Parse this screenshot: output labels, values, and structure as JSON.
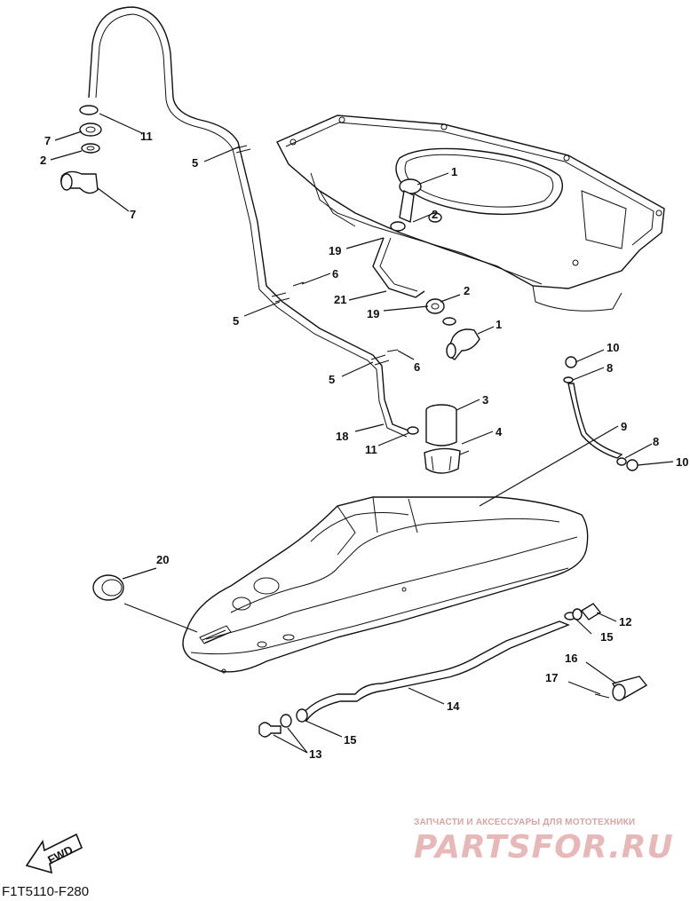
{
  "callouts": {
    "c1a": "1",
    "c1b": "1",
    "c2a": "2",
    "c2b": "2",
    "c2c": "2",
    "c3": "3",
    "c4": "4",
    "c5a": "5",
    "c5b": "5",
    "c5c": "5",
    "c6a": "6",
    "c6b": "6",
    "c7a": "7",
    "c7b": "7",
    "c8a": "8",
    "c8b": "8",
    "c9": "9",
    "c10a": "10",
    "c10b": "10",
    "c11a": "11",
    "c11b": "11",
    "c12": "12",
    "c13": "13",
    "c14": "14",
    "c15a": "15",
    "c15b": "15",
    "c16": "16",
    "c17": "17",
    "c18": "18",
    "c19a": "19",
    "c19b": "19",
    "c20": "20",
    "c21": "21"
  },
  "fwd_label": "FWD",
  "diagram_code": "F1T5110-F280",
  "watermark": {
    "tagline": "ЗАПЧАСТИ И АКСЕССУАРЫ ДЛЯ МОТОТЕХНИКИ",
    "logo": "PARTSFOR.RU"
  }
}
